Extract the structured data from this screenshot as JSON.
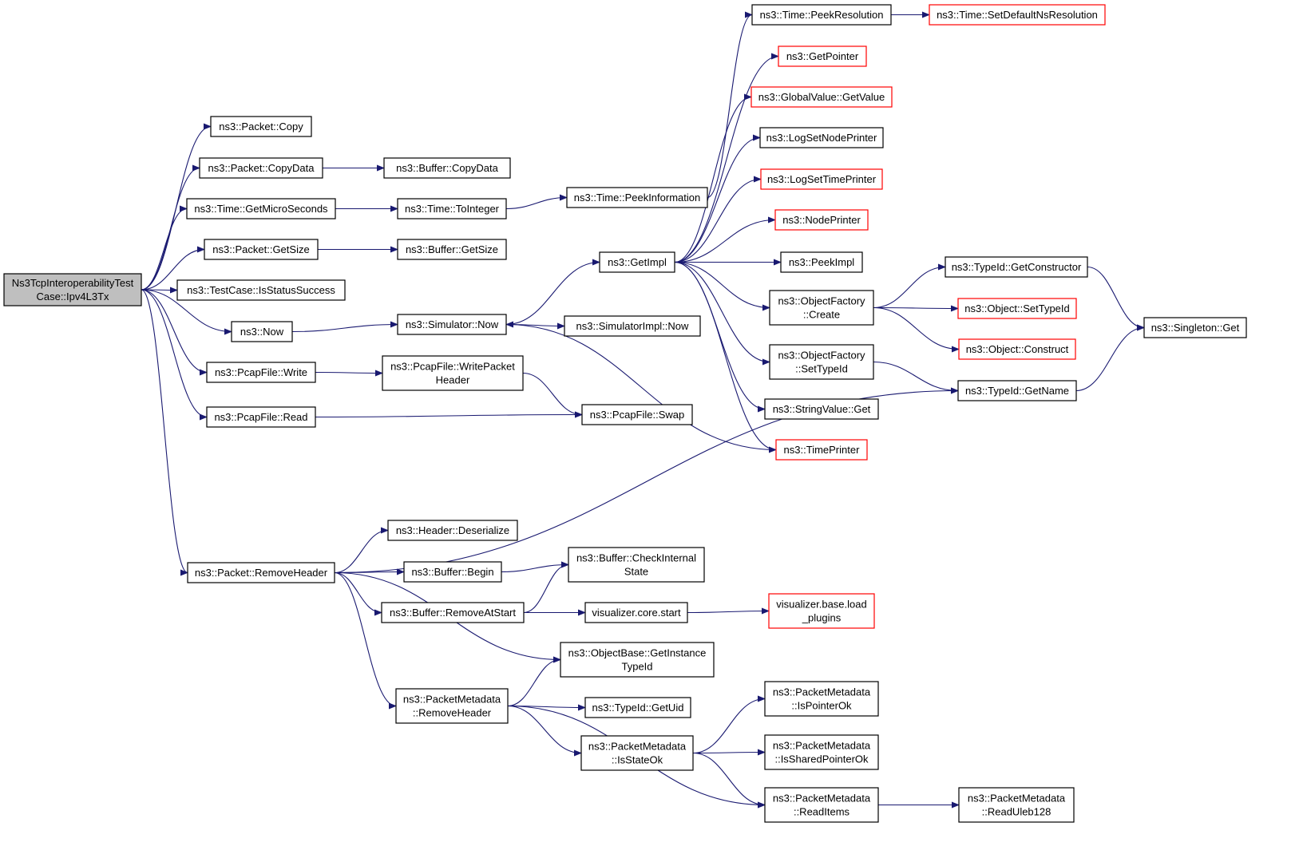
{
  "graph": {
    "colors": {
      "edge": "#191970",
      "border": "#000000",
      "truncated_border": "#ff0000",
      "root_fill": "#bfbfbf"
    },
    "nodes": [
      {
        "id": "root",
        "lines": [
          "Ns3TcpInteroperabilityTest",
          "Case::Ipv4L3Tx"
        ],
        "style": "root"
      },
      {
        "id": "copy",
        "lines": [
          "ns3::Packet::Copy"
        ]
      },
      {
        "id": "copydata",
        "lines": [
          "ns3::Packet::CopyData"
        ]
      },
      {
        "id": "getmicro",
        "lines": [
          "ns3::Time::GetMicroSeconds"
        ]
      },
      {
        "id": "getsize",
        "lines": [
          "ns3::Packet::GetSize"
        ]
      },
      {
        "id": "isstatus",
        "lines": [
          "ns3::TestCase::IsStatusSuccess"
        ]
      },
      {
        "id": "now",
        "lines": [
          "ns3::Now"
        ]
      },
      {
        "id": "write",
        "lines": [
          "ns3::PcapFile::Write"
        ]
      },
      {
        "id": "read",
        "lines": [
          "ns3::PcapFile::Read"
        ]
      },
      {
        "id": "removeheader",
        "lines": [
          "ns3::Packet::RemoveHeader"
        ]
      },
      {
        "id": "bufcopydata",
        "lines": [
          "ns3::Buffer::CopyData"
        ]
      },
      {
        "id": "tointeger",
        "lines": [
          "ns3::Time::ToInteger"
        ]
      },
      {
        "id": "bufgetsize",
        "lines": [
          "ns3::Buffer::GetSize"
        ]
      },
      {
        "id": "simnow",
        "lines": [
          "ns3::Simulator::Now"
        ]
      },
      {
        "id": "writepkt",
        "lines": [
          "ns3::PcapFile::WritePacket",
          "Header"
        ]
      },
      {
        "id": "swap",
        "lines": [
          "ns3::PcapFile::Swap"
        ]
      },
      {
        "id": "deser",
        "lines": [
          "ns3::Header::Deserialize"
        ]
      },
      {
        "id": "begin",
        "lines": [
          "ns3::Buffer::Begin"
        ]
      },
      {
        "id": "removeatstart",
        "lines": [
          "ns3::Buffer::RemoveAtStart"
        ]
      },
      {
        "id": "pmremove",
        "lines": [
          "ns3::PacketMetadata",
          "::RemoveHeader"
        ]
      },
      {
        "id": "peekinfo",
        "lines": [
          "ns3::Time::PeekInformation"
        ]
      },
      {
        "id": "getimpl",
        "lines": [
          "ns3::GetImpl"
        ]
      },
      {
        "id": "simimplnow",
        "lines": [
          "ns3::SimulatorImpl::Now"
        ]
      },
      {
        "id": "checkint",
        "lines": [
          "ns3::Buffer::CheckInternal",
          "State"
        ]
      },
      {
        "id": "vizstart",
        "lines": [
          "visualizer.core.start"
        ]
      },
      {
        "id": "getinst",
        "lines": [
          "ns3::ObjectBase::GetInstance",
          "TypeId"
        ]
      },
      {
        "id": "getuid",
        "lines": [
          "ns3::TypeId::GetUid"
        ]
      },
      {
        "id": "isstateok",
        "lines": [
          "ns3::PacketMetadata",
          "::IsStateOk"
        ]
      },
      {
        "id": "peekres",
        "lines": [
          "ns3::Time::PeekResolution"
        ]
      },
      {
        "id": "getpointer",
        "lines": [
          "ns3::GetPointer"
        ],
        "style": "red"
      },
      {
        "id": "gvgetvalue",
        "lines": [
          "ns3::GlobalValue::GetValue"
        ],
        "style": "red"
      },
      {
        "id": "lognode",
        "lines": [
          "ns3::LogSetNodePrinter"
        ]
      },
      {
        "id": "logtime",
        "lines": [
          "ns3::LogSetTimePrinter"
        ],
        "style": "red"
      },
      {
        "id": "nodeprinter",
        "lines": [
          "ns3::NodePrinter"
        ],
        "style": "red"
      },
      {
        "id": "peekimpl",
        "lines": [
          "ns3::PeekImpl"
        ]
      },
      {
        "id": "ofcreate",
        "lines": [
          "ns3::ObjectFactory",
          "::Create"
        ]
      },
      {
        "id": "ofsettype",
        "lines": [
          "ns3::ObjectFactory",
          "::SetTypeId"
        ]
      },
      {
        "id": "strget",
        "lines": [
          "ns3::StringValue::Get"
        ]
      },
      {
        "id": "timeprinter",
        "lines": [
          "ns3::TimePrinter"
        ],
        "style": "red"
      },
      {
        "id": "vizload",
        "lines": [
          "visualizer.base.load",
          "_plugins"
        ],
        "style": "red"
      },
      {
        "id": "ispointerok",
        "lines": [
          "ns3::PacketMetadata",
          "::IsPointerOk"
        ]
      },
      {
        "id": "issharedok",
        "lines": [
          "ns3::PacketMetadata",
          "::IsSharedPointerOk"
        ]
      },
      {
        "id": "readitems",
        "lines": [
          "ns3::PacketMetadata",
          "::ReadItems"
        ]
      },
      {
        "id": "setdefault",
        "lines": [
          "ns3::Time::SetDefaultNsResolution"
        ],
        "style": "red"
      },
      {
        "id": "getctor",
        "lines": [
          "ns3::TypeId::GetConstructor"
        ]
      },
      {
        "id": "objsettype",
        "lines": [
          "ns3::Object::SetTypeId"
        ],
        "style": "red"
      },
      {
        "id": "objconstruct",
        "lines": [
          "ns3::Object::Construct"
        ],
        "style": "red"
      },
      {
        "id": "getname",
        "lines": [
          "ns3::TypeId::GetName"
        ]
      },
      {
        "id": "readuleb",
        "lines": [
          "ns3::PacketMetadata",
          "::ReadUleb128"
        ]
      },
      {
        "id": "singleton",
        "lines": [
          "ns3::Singleton::Get"
        ]
      }
    ],
    "edges": [
      [
        "root",
        "copy"
      ],
      [
        "root",
        "copydata"
      ],
      [
        "root",
        "getmicro"
      ],
      [
        "root",
        "getsize"
      ],
      [
        "root",
        "isstatus"
      ],
      [
        "root",
        "now"
      ],
      [
        "root",
        "write"
      ],
      [
        "root",
        "read"
      ],
      [
        "root",
        "removeheader"
      ],
      [
        "copydata",
        "bufcopydata"
      ],
      [
        "getmicro",
        "tointeger"
      ],
      [
        "getsize",
        "bufgetsize"
      ],
      [
        "now",
        "simnow"
      ],
      [
        "write",
        "writepkt"
      ],
      [
        "read",
        "swap"
      ],
      [
        "writepkt",
        "swap"
      ],
      [
        "tointeger",
        "peekinfo"
      ],
      [
        "peekinfo",
        "peekres"
      ],
      [
        "peekres",
        "setdefault"
      ],
      [
        "simnow",
        "getimpl"
      ],
      [
        "simnow",
        "simimplnow"
      ],
      [
        "getimpl",
        "getpointer"
      ],
      [
        "getimpl",
        "gvgetvalue"
      ],
      [
        "getimpl",
        "lognode"
      ],
      [
        "getimpl",
        "logtime"
      ],
      [
        "getimpl",
        "nodeprinter"
      ],
      [
        "getimpl",
        "peekimpl"
      ],
      [
        "getimpl",
        "ofcreate"
      ],
      [
        "getimpl",
        "ofsettype"
      ],
      [
        "getimpl",
        "strget"
      ],
      [
        "getimpl",
        "timeprinter"
      ],
      [
        "timeprinter",
        "simnow"
      ],
      [
        "ofcreate",
        "getctor"
      ],
      [
        "ofcreate",
        "objsettype"
      ],
      [
        "ofcreate",
        "objconstruct"
      ],
      [
        "ofsettype",
        "getname"
      ],
      [
        "getctor",
        "singleton"
      ],
      [
        "getname",
        "singleton"
      ],
      [
        "removeheader",
        "getname"
      ],
      [
        "removeheader",
        "deser"
      ],
      [
        "removeheader",
        "begin"
      ],
      [
        "removeheader",
        "removeatstart"
      ],
      [
        "removeheader",
        "getinst"
      ],
      [
        "removeheader",
        "pmremove"
      ],
      [
        "begin",
        "checkint"
      ],
      [
        "removeatstart",
        "checkint"
      ],
      [
        "removeatstart",
        "vizstart"
      ],
      [
        "vizstart",
        "vizload"
      ],
      [
        "pmremove",
        "getinst"
      ],
      [
        "pmremove",
        "getuid"
      ],
      [
        "pmremove",
        "isstateok"
      ],
      [
        "pmremove",
        "readitems"
      ],
      [
        "isstateok",
        "ispointerok"
      ],
      [
        "isstateok",
        "issharedok"
      ],
      [
        "isstateok",
        "readitems"
      ],
      [
        "readitems",
        "readuleb"
      ]
    ]
  }
}
